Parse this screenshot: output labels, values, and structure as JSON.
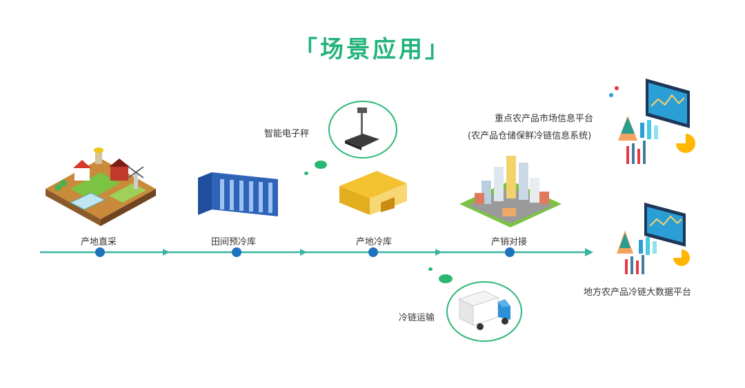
{
  "title": "「场景应用」",
  "stages": [
    {
      "label": "产地直采"
    },
    {
      "label": "田间预冷库"
    },
    {
      "label": "产地冷库"
    },
    {
      "label": "产销对接"
    }
  ],
  "side_items": {
    "scale": "智能电子秤",
    "transport": "冷链运输",
    "market_platform_line1": "重点农产品市场信息平台",
    "market_platform_line2": "(农产品仓储保鲜冷链信息系统)",
    "bigdata_platform": "地方农产品冷链大数据平台"
  },
  "colors": {
    "accent": "#22b37a",
    "node": "#1e73be",
    "line": "#3ab3a0"
  }
}
